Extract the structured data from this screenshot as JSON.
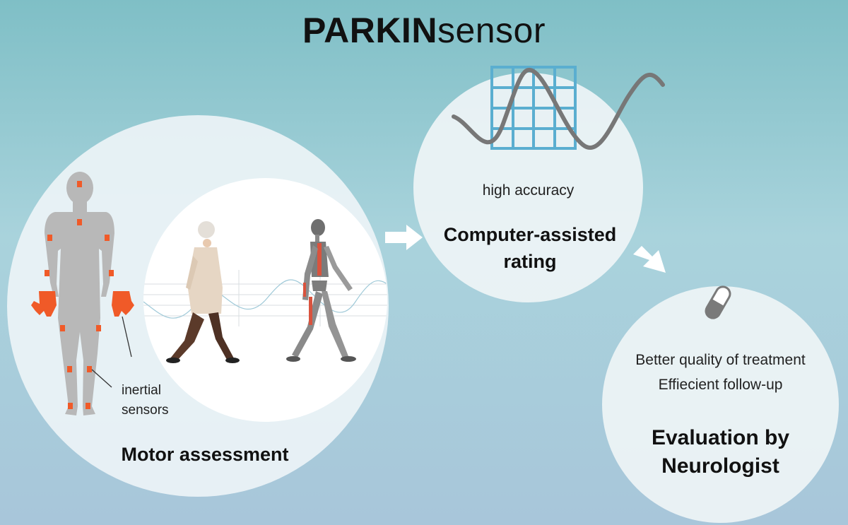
{
  "title": {
    "bold": "PARKIN",
    "light": "sensor"
  },
  "motor": {
    "label": "Motor assessment",
    "sensors_line1": "inertial",
    "sensors_line2": "sensors"
  },
  "computer": {
    "accuracy": "high accuracy",
    "label_line1": "Computer-assisted",
    "label_line2": "rating"
  },
  "neuro": {
    "benefit1": "Better quality of treatment",
    "benefit2": "Effiecient follow-up",
    "label_line1": "Evaluation by",
    "label_line2": "Neurologist"
  },
  "colors": {
    "sensor": "#f05a28",
    "body": "#b8b8b8",
    "grid": "#5aaed0",
    "wave": "#777777",
    "arrow": "#ffffff"
  },
  "icons": [
    "human-body-icon",
    "walking-person-icon",
    "robot-skeleton-icon",
    "grid-chart-icon",
    "sine-wave-icon",
    "pill-capsule-icon",
    "arrow-right-icon",
    "arrow-down-right-icon"
  ]
}
